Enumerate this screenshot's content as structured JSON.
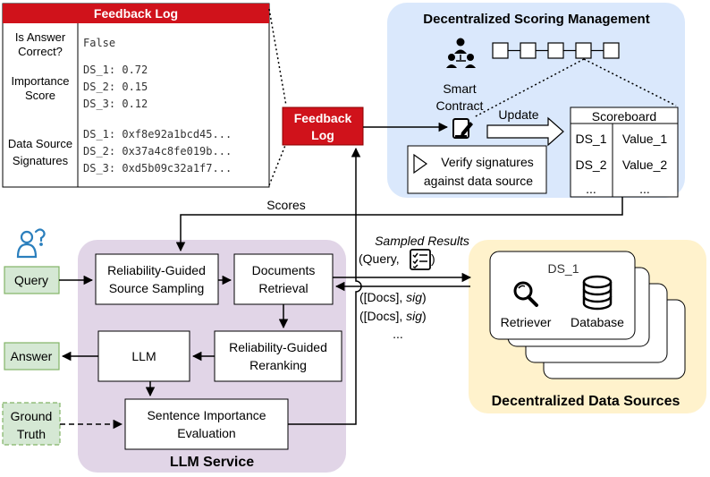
{
  "feedback_table": {
    "title": "Feedback Log",
    "rows": [
      {
        "label_lines": [
          "Is Answer",
          "Correct?"
        ],
        "value_lines": [
          "False"
        ]
      },
      {
        "label_lines": [
          "Importance",
          "Score"
        ],
        "value_lines": [
          "DS_1: 0.72",
          "DS_2: 0.15",
          "DS_3: 0.12"
        ]
      },
      {
        "label_lines": [
          "Data Source",
          "Signatures"
        ],
        "value_lines": [
          "DS_1: 0xf8e92a1bcd45...",
          "DS_2: 0x37a4c8fe019b...",
          "DS_3: 0xd5b09c32a1f7..."
        ]
      }
    ]
  },
  "feedback_log_box": {
    "lines": [
      "Feedback",
      "Log"
    ]
  },
  "scoring": {
    "title": "Decentralized Scoring Management",
    "smart_contract_lines": [
      "Smart",
      "Contract"
    ],
    "update_label": "Update",
    "verify_lines": [
      "Verify signatures",
      "against data source"
    ],
    "scoreboard": {
      "title": "Scoreboard",
      "rows": [
        [
          "DS_1",
          "Value_1"
        ],
        [
          "DS_2",
          "Value_2"
        ],
        [
          "...",
          "..."
        ]
      ]
    }
  },
  "scores_label": "Scores",
  "query_label": "Query",
  "answer_label": "Answer",
  "ground_truth_lines": [
    "Ground",
    "Truth"
  ],
  "llm_service": {
    "title": "LLM Service",
    "sampling_lines": [
      "Reliability-Guided",
      "Source Sampling"
    ],
    "retrieval_lines": [
      "Documents",
      "Retrieval"
    ],
    "reranking_lines": [
      "Reliability-Guided",
      "Reranking"
    ],
    "llm_label": "LLM",
    "importance_lines": [
      "Sentence Importance",
      "Evaluation"
    ]
  },
  "transfer": {
    "sampled_results": "Sampled Results",
    "query_prefix": "(Query,",
    "docs_prefix": "([Docs], ",
    "sig": "sig",
    "close": ")",
    "ellipsis": "..."
  },
  "data_sources": {
    "title": "Decentralized Data Sources",
    "ds_label": "DS_1",
    "retriever": "Retriever",
    "database": "Database"
  },
  "colors": {
    "feedback_red": "#d0121b",
    "scoring_bg": "#dae8fc",
    "llm_bg": "#e1d5e7",
    "data_bg": "#fff2cc",
    "green_fill": "#d5e8d4",
    "green_stroke": "#82b366"
  }
}
